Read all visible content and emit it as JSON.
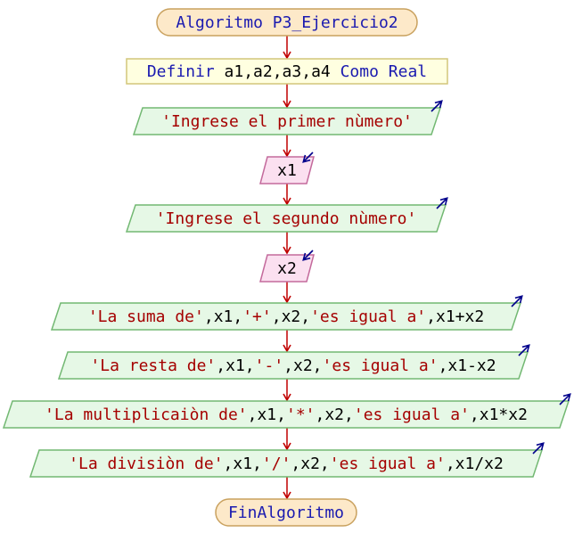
{
  "colors": {
    "arrow": "#c00000",
    "terminal_fill": "#fde9c9",
    "terminal_stroke": "#c9a15e",
    "define_fill": "#ffffe0",
    "define_stroke": "#d2c67a",
    "output_fill": "#e6f8e6",
    "output_stroke": "#72b872",
    "input_fill": "#fbe0f0",
    "input_stroke": "#c46a9c",
    "keyword_text": "#1a1ab0",
    "string_text": "#a50000",
    "plain_text": "#000000",
    "io_arrow": "#00008b"
  },
  "diagram": {
    "start": {
      "text": "Algoritmo P3_Ejercicio2"
    },
    "define": {
      "keyword": "Definir",
      "vars": " a1,a2,a3,a4 ",
      "keyword2": "Como Real"
    },
    "out1": {
      "text": "'Ingrese el primer nùmero'"
    },
    "in1": {
      "text": "x1"
    },
    "out2": {
      "text": "'Ingrese el segundo nùmero'"
    },
    "in2": {
      "text": "x2"
    },
    "out3": {
      "p1": "'La suma de'",
      "p2": ",x1,",
      "p3": "'+'",
      "p4": ",x2,",
      "p5": "'es igual a'",
      "p6": ",x1+x2"
    },
    "out4": {
      "p1": "'La resta de'",
      "p2": ",x1,",
      "p3": "'-'",
      "p4": ",x2,",
      "p5": "'es igual a'",
      "p6": ",x1-x2"
    },
    "out5": {
      "p1": "'La multiplicaiòn de'",
      "p2": ",x1,",
      "p3": "'*'",
      "p4": ",x2,",
      "p5": "'es igual a'",
      "p6": ",x1*x2"
    },
    "out6": {
      "p1": "'La divisiòn de'",
      "p2": ",x1,",
      "p3": "'/'",
      "p4": ",x2,",
      "p5": "'es igual a'",
      "p6": ",x1/x2"
    },
    "end": {
      "text": "FinAlgoritmo"
    }
  }
}
